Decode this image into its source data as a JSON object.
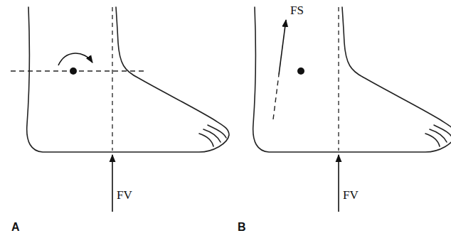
{
  "diagram": {
    "labels": [
      "FV",
      "A",
      "FS",
      "FV",
      "B"
    ]
  }
}
